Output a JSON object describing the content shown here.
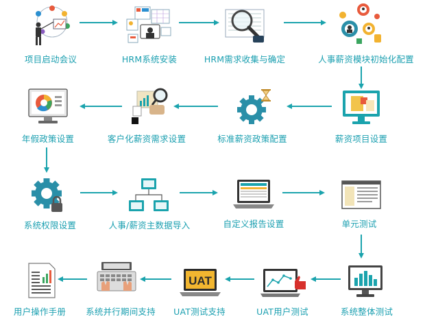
{
  "colors": {
    "accent": "#1aa3ad",
    "label": "#1a9fb0",
    "gear": "#2a8fa8",
    "dark": "#333333"
  },
  "steps": [
    {
      "id": 1,
      "label": "项目启动会议",
      "icon": "meeting-presenter-icon"
    },
    {
      "id": 2,
      "label": "HRM系统安装",
      "icon": "install-screens-icon"
    },
    {
      "id": 3,
      "label": "HRM需求收集与确定",
      "icon": "magnifier-document-icon"
    },
    {
      "id": 4,
      "label": "人事薪资模块初始化配置",
      "icon": "gears-people-icon"
    },
    {
      "id": 5,
      "label": "薪资项目设置",
      "icon": "monitor-chart-icon"
    },
    {
      "id": 6,
      "label": "标准薪资政策配置",
      "icon": "gear-hourglass-icon"
    },
    {
      "id": 7,
      "label": "客户化薪资需求设置",
      "icon": "hand-magnifier-icon"
    },
    {
      "id": 8,
      "label": "年假政策设置",
      "icon": "monitor-pie-icon"
    },
    {
      "id": 9,
      "label": "系统权限设置",
      "icon": "gear-lock-icon"
    },
    {
      "id": 10,
      "label": "人事/薪资主数据导入",
      "icon": "network-tree-icon"
    },
    {
      "id": 11,
      "label": "自定义报告设置",
      "icon": "laptop-report-icon"
    },
    {
      "id": 12,
      "label": "单元测试",
      "icon": "document-window-icon"
    },
    {
      "id": 13,
      "label": "系统整体测试",
      "icon": "monitor-bars-icon"
    },
    {
      "id": 14,
      "label": "UAT用户测试",
      "icon": "laptop-thumbs-icon"
    },
    {
      "id": 15,
      "label": "UAT测试支持",
      "icon": "uat-laptop-icon",
      "icon_text": "UAT"
    },
    {
      "id": 16,
      "label": "系统并行期间支持",
      "icon": "keyboard-hands-icon"
    },
    {
      "id": 17,
      "label": "用户操作手册",
      "icon": "manual-chart-icon"
    }
  ]
}
